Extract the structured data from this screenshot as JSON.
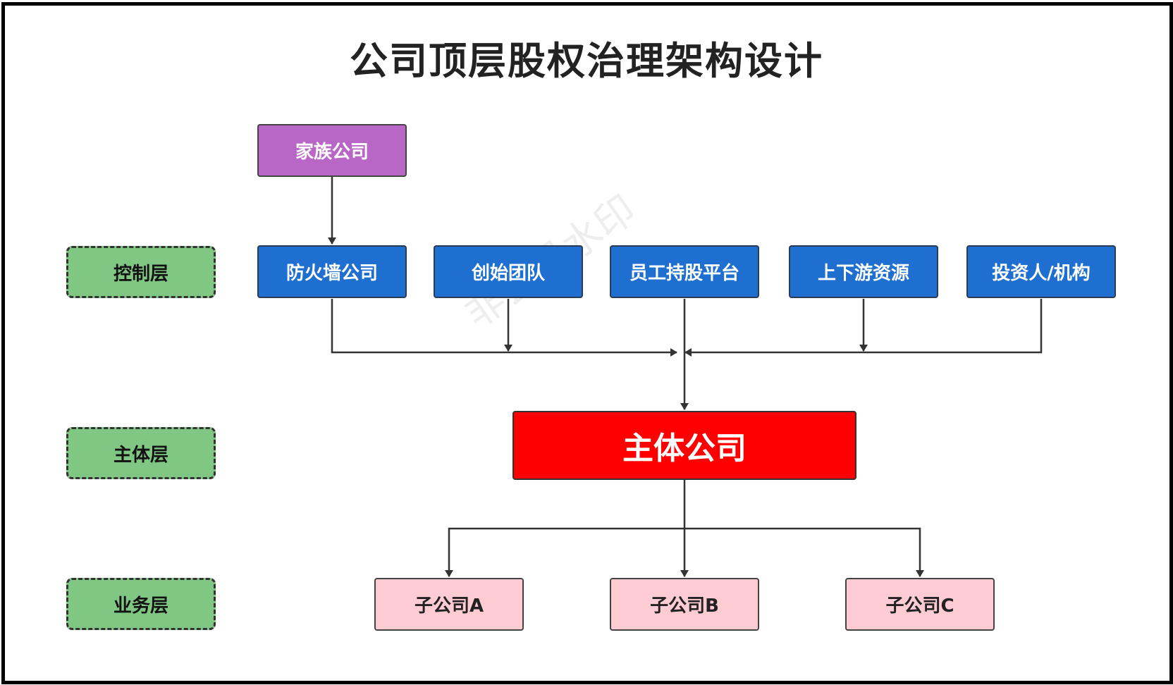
{
  "title": "公司顶层股权治理架构设计",
  "watermark": "非会员水印",
  "layers": {
    "control": "控制层",
    "main": "主体层",
    "business": "业务层"
  },
  "nodes": {
    "family": "家族公司",
    "firewall": "防火墙公司",
    "founders": "创始团队",
    "esop": "员工持股平台",
    "supply_chain": "上下游资源",
    "investors": "投资人/机构",
    "main_company": "主体公司",
    "sub_a": "子公司A",
    "sub_b": "子公司B",
    "sub_c": "子公司C"
  },
  "colors": {
    "layer_fill": "#81c784",
    "control_fill": "#1e6fd0",
    "family_fill": "#b967c7",
    "main_fill": "#ff0000",
    "subsidiary_fill": "#ffccd3",
    "connector": "#333333"
  }
}
